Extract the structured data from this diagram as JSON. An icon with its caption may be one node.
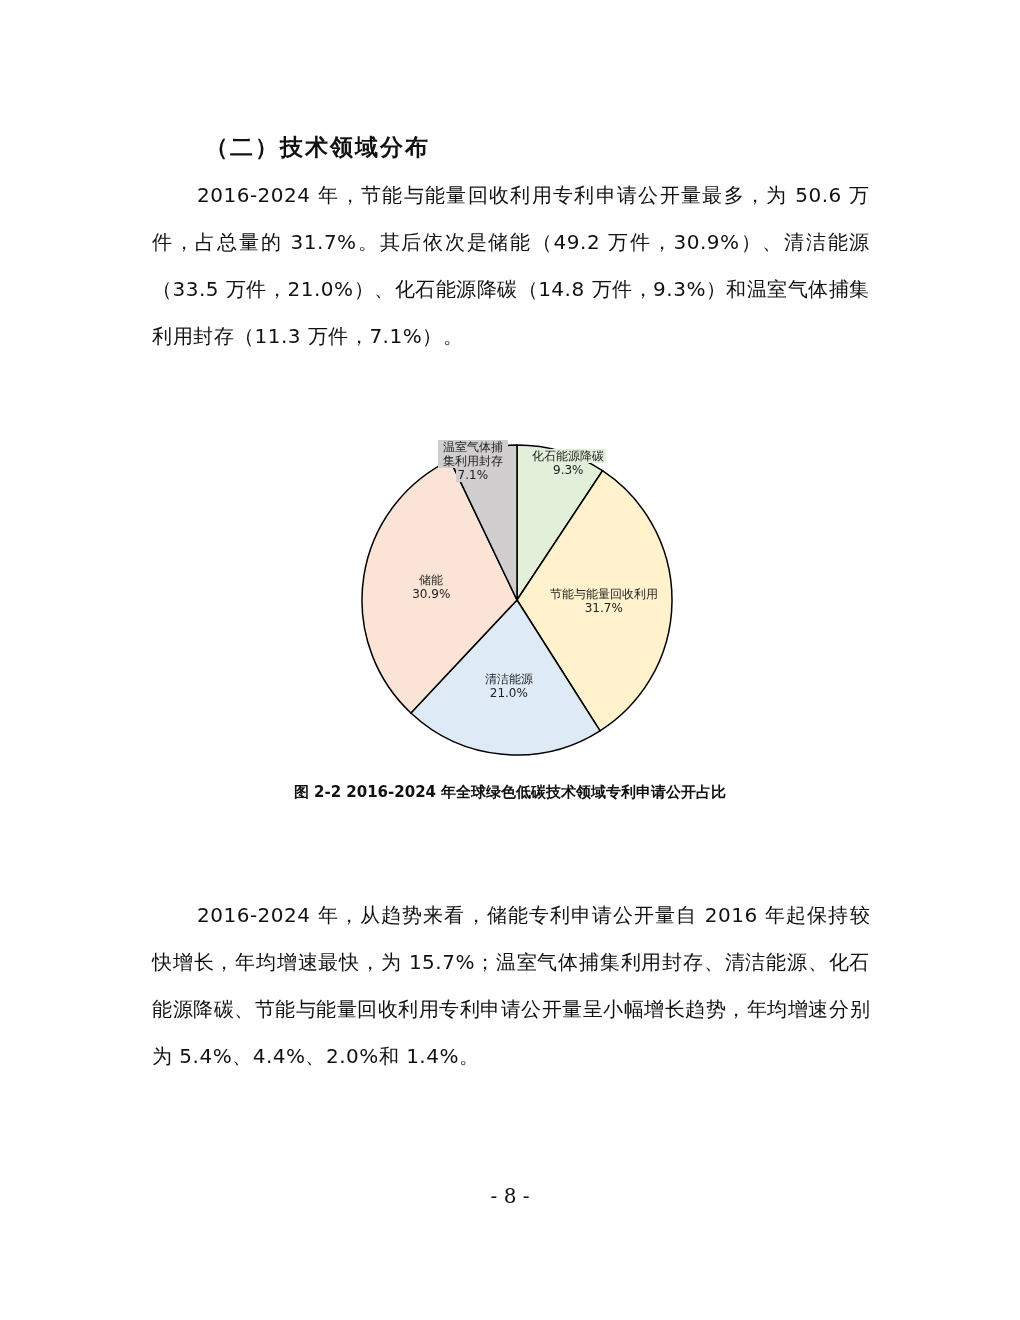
{
  "diagram": {
    "title": "（二）技术领域分布",
    "caption": "图 2-2 2016-2024 年全球绿色低碳技术领域专利申请公开占比",
    "labels": [
      "2016-2024 年，节能与能量回收利用专利申请公开量最多，为 50.6 万件，占总量的 31.7%。其后依次是储能（49.2 万件，30.9%）、清洁能源（33.5 万件，21.0%）、化石能源降碳（14.8 万件，9.3%）和温室气体捕集利用封存（11.3 万件，7.1%）。",
      "2016-2024 年，从趋势来看，储能专利申请公开量自 2016 年起保持较快增长，年均增速最快，为 15.7%；温室气体捕集利用封存、清洁能源、化石能源降碳、节能与能量回收利用专利申请公开量呈小幅增长趋势，年均增速分别为 5.4%、4.4%、2.0%和 1.4%。",
      "- 8 -"
    ],
    "chart_data": {
      "type": "pie",
      "data_labels": true,
      "categories": [
        "化石能源降碳",
        "节能与能量回收利用",
        "清洁能源",
        "储能",
        "温室气体捕集利用封存"
      ],
      "values": [
        9.3,
        31.7,
        21.0,
        30.9,
        7.1
      ],
      "value_labels": [
        "9.3%",
        "31.7%",
        "21.0%",
        "30.9%",
        "7.1%"
      ]
    }
  }
}
